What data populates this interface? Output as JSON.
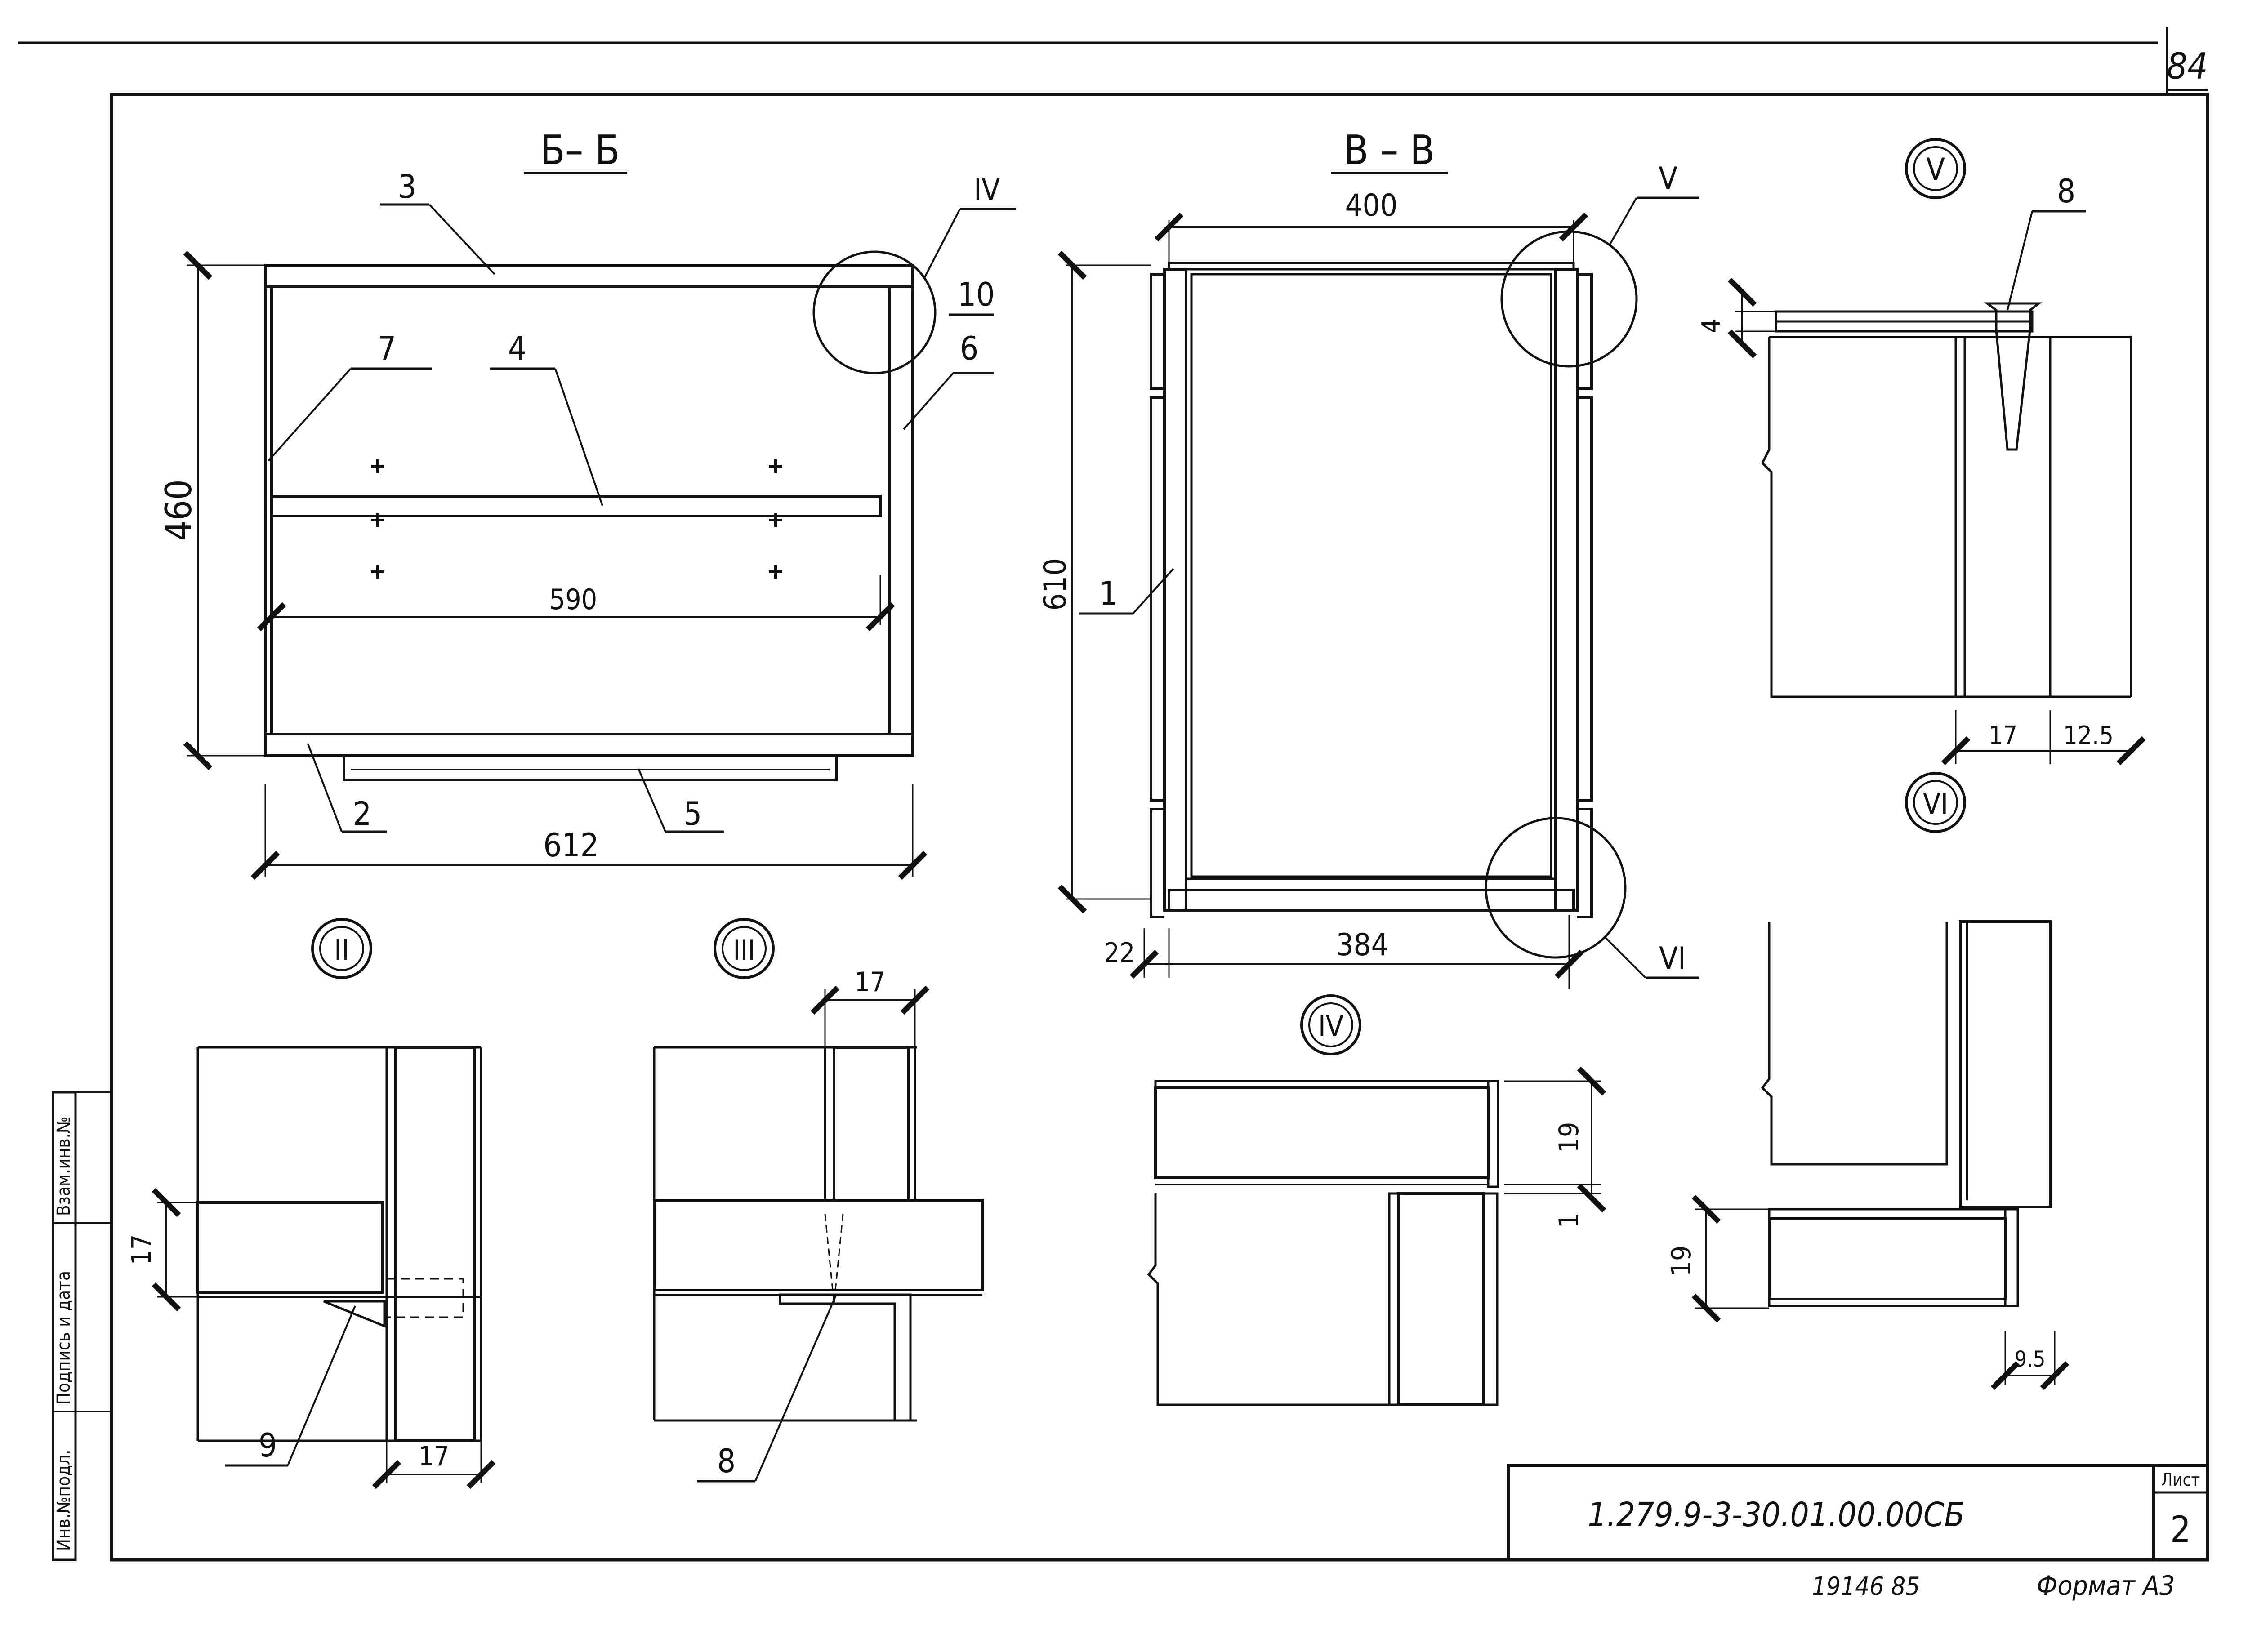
{
  "sheet_number": "84",
  "sections": {
    "bb": {
      "title": "Б– Б",
      "dim_height": "460",
      "dim_width": "612",
      "dim_inner": "590",
      "leaders": [
        "3",
        "7",
        "4",
        "10",
        "6",
        "2",
        "5"
      ],
      "callout": "IV"
    },
    "vv": {
      "title": "В – В",
      "dim_top": "400",
      "dim_height": "610",
      "dim_bottom": "384",
      "dim_left": "22",
      "leader": "1",
      "callouts": [
        "V",
        "VI"
      ]
    }
  },
  "details": {
    "d2": {
      "label": "II",
      "dim_a": "17",
      "dim_b": "17",
      "leader": "9"
    },
    "d3": {
      "label": "III",
      "dim_a": "17",
      "leader": "8"
    },
    "d4": {
      "label": "IV",
      "dim_a": "19",
      "dim_b": "1"
    },
    "d5": {
      "label": "V",
      "dim_a": "4",
      "dim_b": "17",
      "dim_c": "12.5",
      "leader": "8"
    },
    "d6": {
      "label": "VI",
      "dim_a": "19",
      "dim_b": "9.5"
    }
  },
  "side_stamp": [
    "Инв.№подл.",
    "Подпись и дата",
    "Взам.инв.№"
  ],
  "title_block": {
    "designation": "1.279.9-3-30.01.00.00СБ",
    "sheet_label": "Лист",
    "sheet_value": "2",
    "footer_number": "19146 85",
    "format": "Формат А3"
  }
}
